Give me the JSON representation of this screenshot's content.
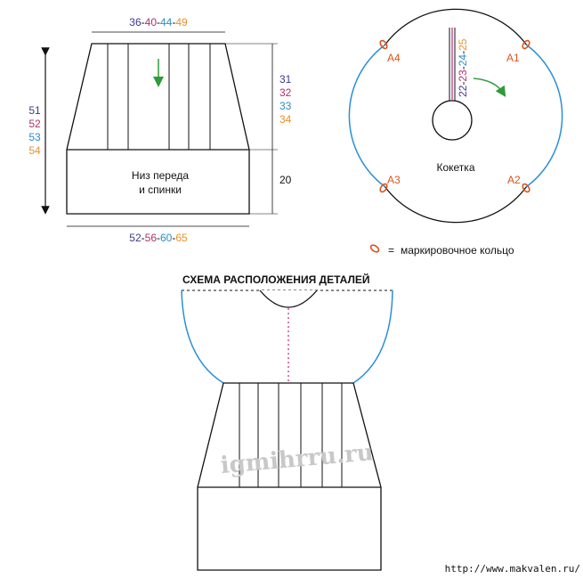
{
  "colors": {
    "size1": "#3a3a8c",
    "size2": "#b0306c",
    "size3": "#2a8cc8",
    "size4": "#e8902a",
    "marker": "#d9541e",
    "arrow": "#2e9a3a",
    "blue_edge": "#2a8fd8",
    "dotted": "#cc2277"
  },
  "skirt_piece": {
    "top_width": [
      "36",
      "40",
      "44",
      "49"
    ],
    "bottom_width": [
      "52",
      "56",
      "60",
      "65"
    ],
    "total_height": [
      "51",
      "52",
      "53",
      "54"
    ],
    "upper_height": [
      "31",
      "32",
      "33",
      "34"
    ],
    "band_height": "20",
    "label_line1": "Низ переда",
    "label_line2": "и спинки"
  },
  "yoke": {
    "label": "Кокетка",
    "opening_length": [
      "22",
      "23",
      "24",
      "25"
    ],
    "markers": [
      "A1",
      "A2",
      "A3",
      "A4"
    ]
  },
  "legend": {
    "equals": "=",
    "text": "маркировочное кольцо"
  },
  "layout_scheme": {
    "title": "СХЕМА РАСПОЛОЖЕНИЯ ДЕТАЛЕЙ",
    "watermark": "igmihrru.ru"
  },
  "source_url": "http://www.makvalen.ru/"
}
